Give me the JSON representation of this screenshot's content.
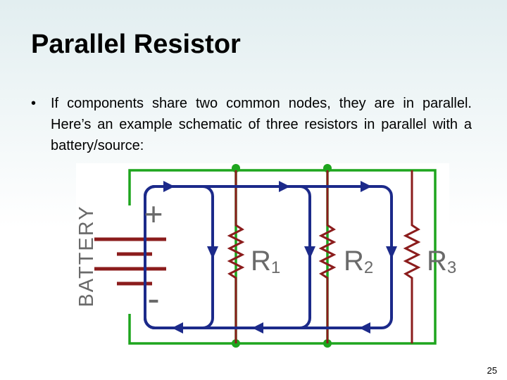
{
  "slide": {
    "title": "Parallel Resistor",
    "bullet_marker": "•",
    "bullet_text": "If components share two common nodes, they are in parallel. Here’s an example schematic of three resistors in parallel with a battery/source:",
    "page_number": "25"
  },
  "schematic": {
    "battery_label": "BATTERY",
    "plus_sign": "+",
    "minus_sign": "-",
    "resistors": [
      {
        "letter": "R",
        "sub": "1"
      },
      {
        "letter": "R",
        "sub": "2"
      },
      {
        "letter": "R",
        "sub": "3"
      }
    ],
    "colors": {
      "wire_node": "#1ea51e",
      "current_path": "#1c2a8a",
      "resistor_wire": "#8b1c1c",
      "battery_plate": "#8b1c1c",
      "label_gray": "#6a6a6a"
    }
  }
}
